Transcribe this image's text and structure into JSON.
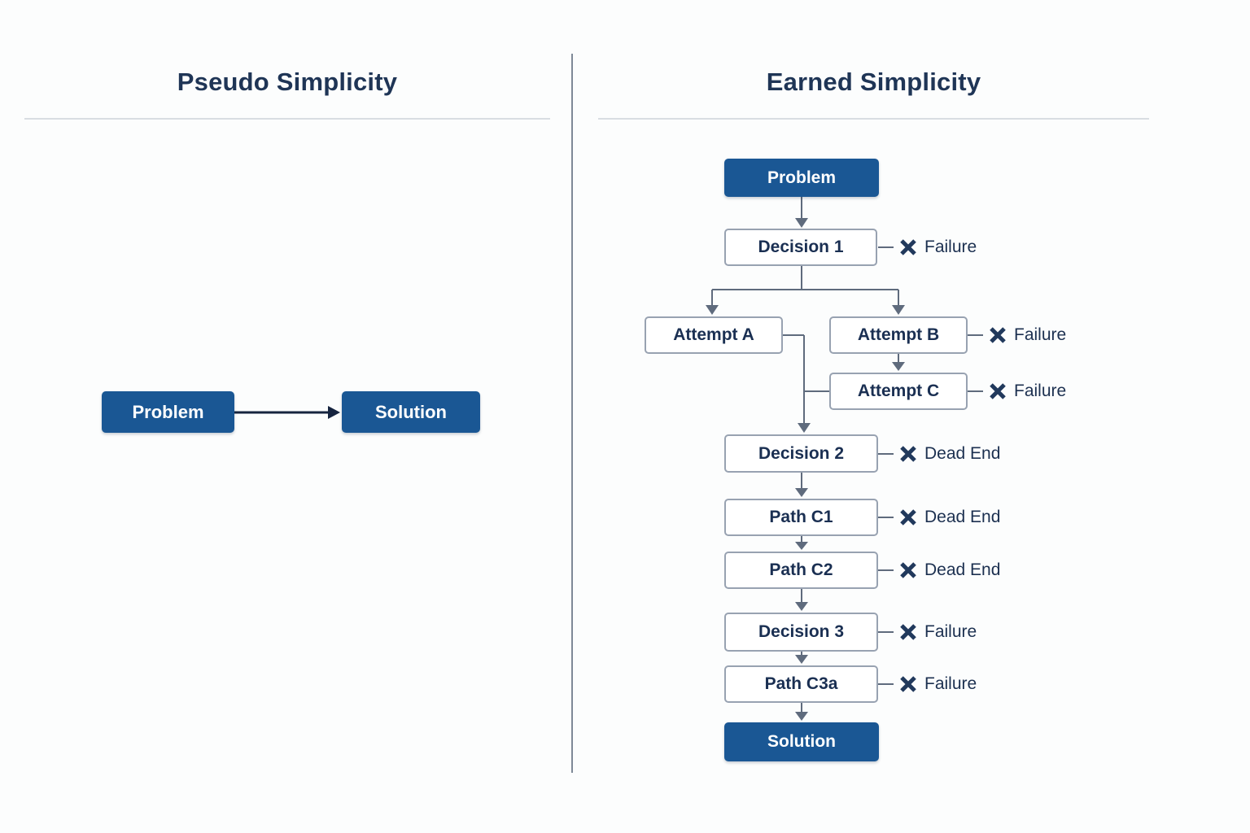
{
  "left_panel": {
    "title": "Pseudo Simplicity",
    "nodes": {
      "problem": "Problem",
      "solution": "Solution"
    }
  },
  "right_panel": {
    "title": "Earned Simplicity",
    "nodes": {
      "problem": "Problem",
      "decision1": "Decision 1",
      "attemptA": "Attempt A",
      "attemptB": "Attempt B",
      "attemptC": "Attempt C",
      "decision2": "Decision 2",
      "pathC1": "Path C1",
      "pathC2": "Path C2",
      "decision3": "Decision 3",
      "pathC3a": "Path C3a",
      "solution": "Solution"
    },
    "annotations": {
      "decision1": "Failure",
      "attemptB": "Failure",
      "attemptC": "Failure",
      "decision2": "Dead End",
      "pathC1": "Dead End",
      "pathC2": "Dead End",
      "decision3": "Failure",
      "pathC3a": "Failure"
    }
  },
  "icons": {
    "x_icon": "x-mark"
  },
  "colors": {
    "primary_blue": "#1a5794",
    "dark_navy_text": "#1f3556",
    "node_text_navy": "#1a2f52",
    "annotation_navy": "#1c3050",
    "x_mark_navy": "#21395c",
    "connector_gray": "#5f6b7d",
    "box_border_gray": "#98a2b1",
    "divider_gray": "#7e8997",
    "rule_gray": "#d9dde2",
    "background": "#fcfdfd"
  }
}
